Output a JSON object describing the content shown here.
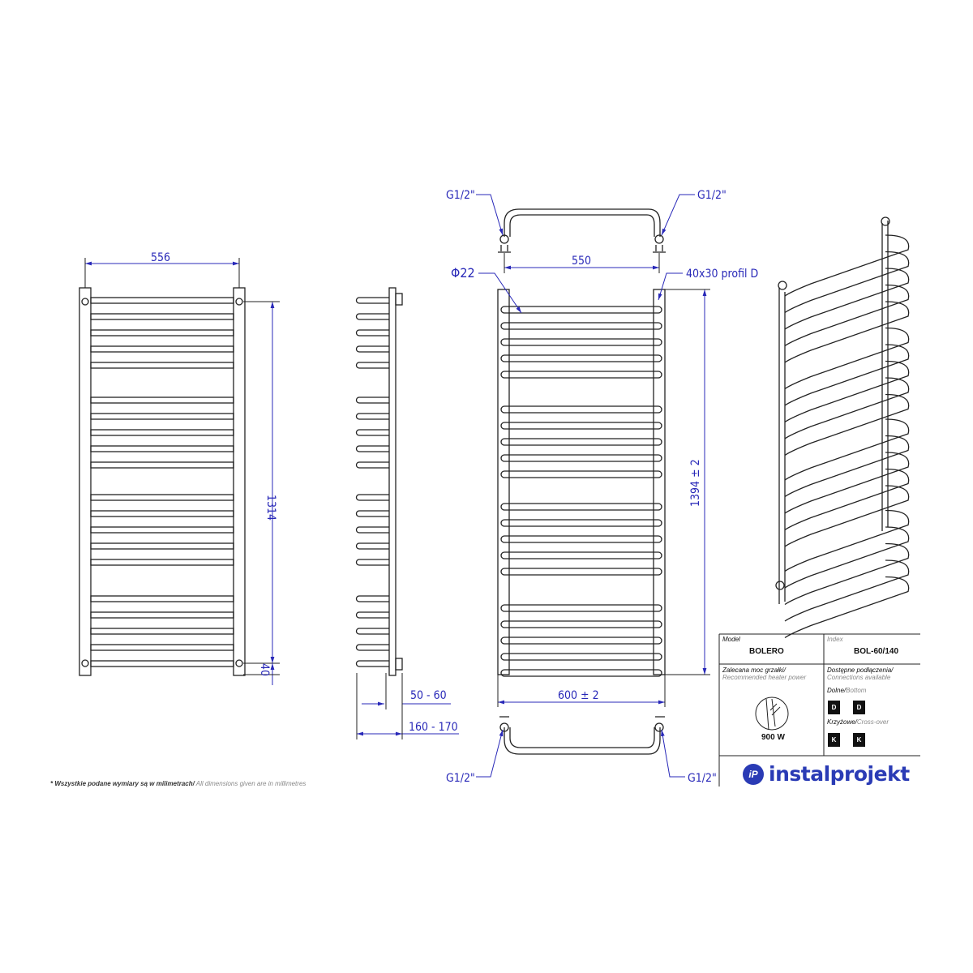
{
  "dimensions": {
    "front_width": "556",
    "front_height": "1314",
    "front_bottom_offset": "40",
    "side_depth_1": "50 - 60",
    "side_depth_2": "160 - 170",
    "connection_top_left": "G1/2\"",
    "connection_top_right": "G1/2\"",
    "connection_bottom_left": "G1/2\"",
    "connection_bottom_right": "G1/2\"",
    "axis_spacing": "550",
    "tube_diameter": "Φ22",
    "profile": "40x30 profil D",
    "total_height": "1394 ± 2",
    "total_width": "600  ± 2"
  },
  "title_block": {
    "model_label": "Model",
    "model_value": "BOLERO",
    "index_label": "Index",
    "index_value": "BOL-60/140",
    "power_label_pl": "Zalecana moc grzałki/",
    "power_label_en": "Recommended heater power",
    "power_value": "900 W",
    "connections_label_pl": "Dostępne podłączenia/",
    "connections_label_en": "Connections available",
    "bottom_label_pl": "Dolne/",
    "bottom_label_en": "Bottom",
    "bottom_codes": [
      "D",
      "D"
    ],
    "cross_label_pl": "Krzyżowe/",
    "cross_label_en": "Cross-over",
    "cross_codes": [
      "K",
      "K"
    ],
    "brand": "instalprojekt",
    "brand_mark": "iP"
  },
  "footnote": {
    "pl": "* Wszystkie podane wymiary są w milimetrach/",
    "en": " All dimensions given are in millimetres"
  },
  "colors": {
    "dimension": "#2828b8",
    "brand": "#2a3bb5"
  }
}
